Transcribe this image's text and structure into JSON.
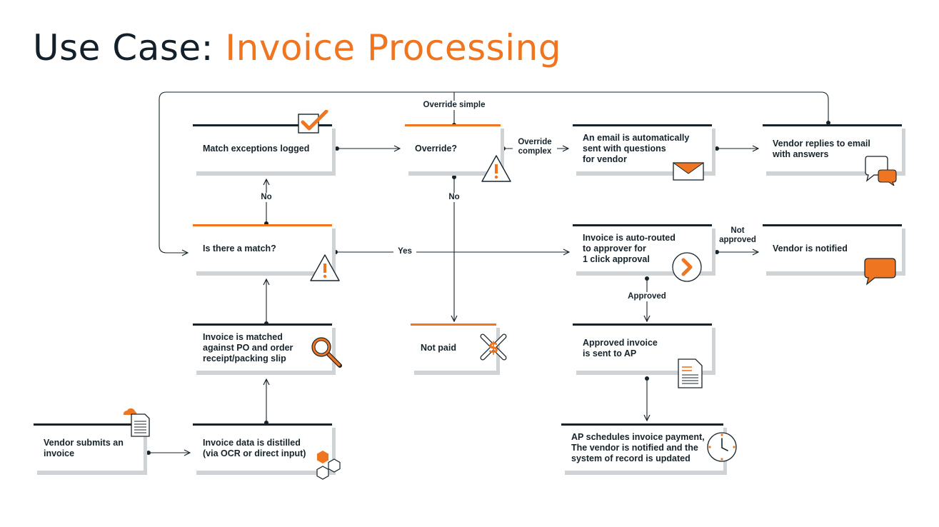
{
  "title": {
    "prefix": "Use Case: ",
    "accent": "Invoice Processing"
  },
  "colors": {
    "accent": "#f07520",
    "dark": "#17232b",
    "shadow": "#cfd3d6"
  },
  "nodes": {
    "vendor_submits": "Vendor submits an\ninvoice",
    "data_distilled": "Invoice data is distilled\n(via OCR or direct input)",
    "matched": "Invoice is matched\nagainst PO and order\nreceipt/packing slip",
    "is_match": "Is there a match?",
    "exceptions": "Match exceptions logged",
    "override": "Override?",
    "not_paid": "Not paid",
    "email": "An email is automatically\nsent with questions\nfor vendor",
    "vendor_replies": "Vendor replies to email\nwith answers",
    "auto_routed": "Invoice is auto-routed\nto approver for\n1 click approval",
    "vendor_notified": "Vendor is notified",
    "approved_ap": "Approved invoice\nis sent to AP",
    "ap_schedules": "AP schedules invoice payment,\nThe vendor is notified and the\nsystem of record is updated"
  },
  "edge_labels": {
    "no_left": "No",
    "yes": "Yes",
    "no_center": "No",
    "override_simple": "Override simple",
    "override_complex": "Override\ncomplex",
    "not_approved": "Not\napproved",
    "approved": "Approved"
  },
  "icons": [
    "cloud-document-icon",
    "hexagons-icon",
    "magnifier-icon",
    "warning-icon",
    "checkbox-icon",
    "warning-icon",
    "no-dollar-icon",
    "envelope-icon",
    "chat-bubbles-icon",
    "chevron-circle-icon",
    "speech-bubble-icon",
    "document-icon",
    "clock-icon"
  ]
}
